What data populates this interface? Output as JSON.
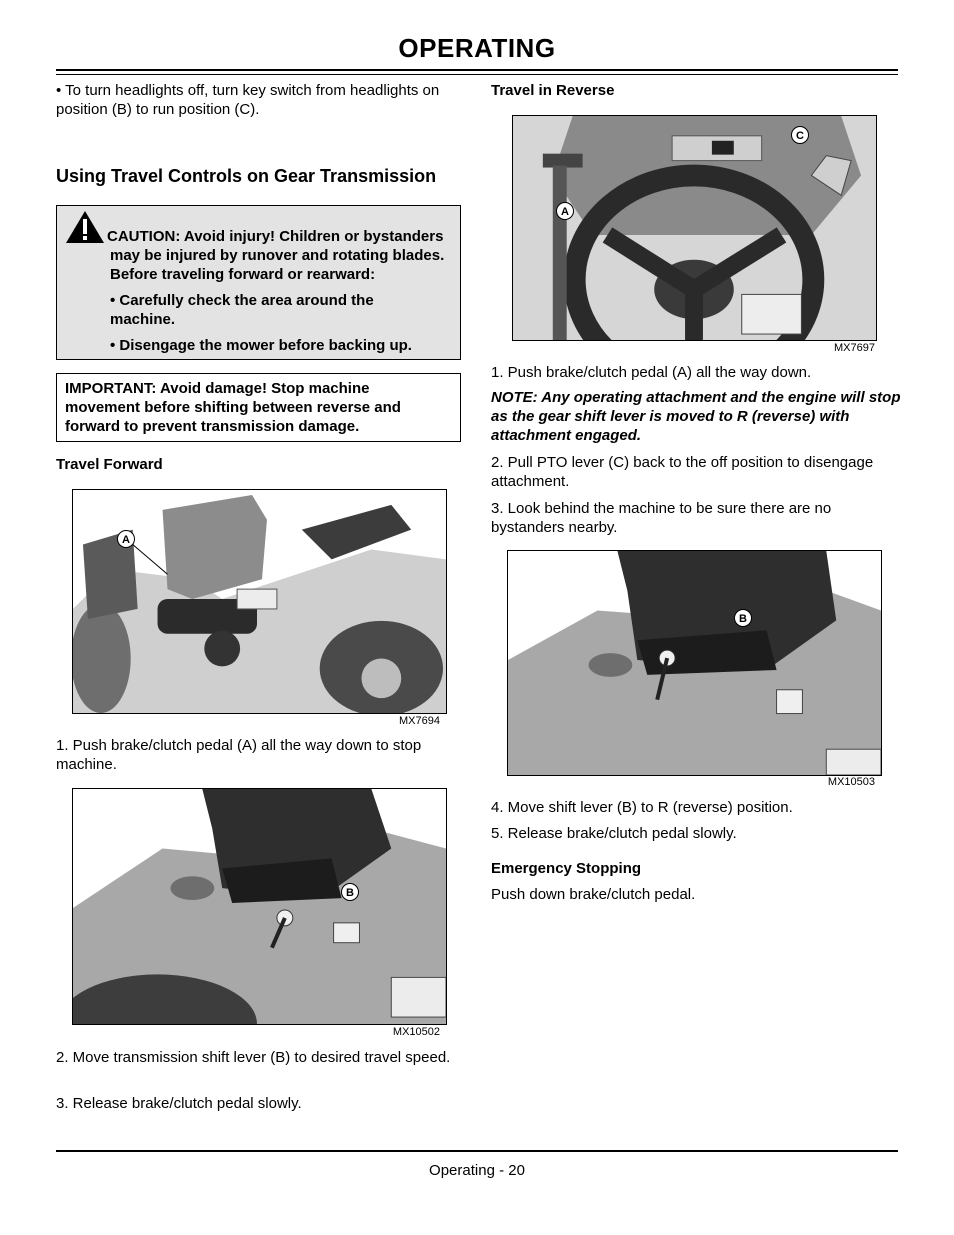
{
  "page": {
    "title": "OPERATING",
    "footer": "Operating - 20"
  },
  "left": {
    "headlights_bullet": "•   To turn headlights off, turn key switch from headlights on position (B) to run position (C).",
    "section_heading": "Using Travel Controls on Gear Transmission",
    "caution": {
      "line1": "CAUTION: Avoid injury!  Children or bystanders",
      "line2": "may be injured by runover and rotating blades.",
      "line3": "Before traveling forward or rearward:",
      "bullet1_line1": "•   Carefully check the area around the",
      "bullet1_line2": "machine.",
      "bullet2": "•   Disengage the mower before backing up."
    },
    "important": {
      "line1": "IMPORTANT: Avoid damage! Stop machine",
      "line2": "movement before shifting between reverse and",
      "line3": "forward to prevent transmission damage."
    },
    "travel_forward_heading": "Travel Forward",
    "fig1": {
      "code": "MX7694",
      "callout_a": "A"
    },
    "step1": "1.  Push brake/clutch pedal (A) all the way down to stop machine.",
    "fig2": {
      "code": "MX10502",
      "callout_b": "B"
    },
    "step2": "2.  Move transmission shift lever (B) to desired travel speed.",
    "step3": "3.  Release brake/clutch pedal slowly."
  },
  "right": {
    "travel_reverse_heading": "Travel in Reverse",
    "fig3": {
      "code": "MX7697",
      "callout_a": "A",
      "callout_c": "C"
    },
    "step1": "1.  Push brake/clutch pedal (A) all the way down.",
    "note": "NOTE: Any operating attachment and the engine will stop as the gear shift lever is moved to R (reverse) with attachment engaged.",
    "step2": "2.  Pull PTO lever (C) back to the off position to disengage attachment.",
    "step3": "3.  Look behind the machine to be sure there are no bystanders nearby.",
    "fig4": {
      "code": "MX10503",
      "callout_b": "B"
    },
    "step4": "4.  Move shift lever (B) to R (reverse) position.",
    "step5": "5.  Release brake/clutch pedal slowly.",
    "emergency_heading": "Emergency Stopping",
    "emergency_text": "Push down brake/clutch pedal."
  }
}
